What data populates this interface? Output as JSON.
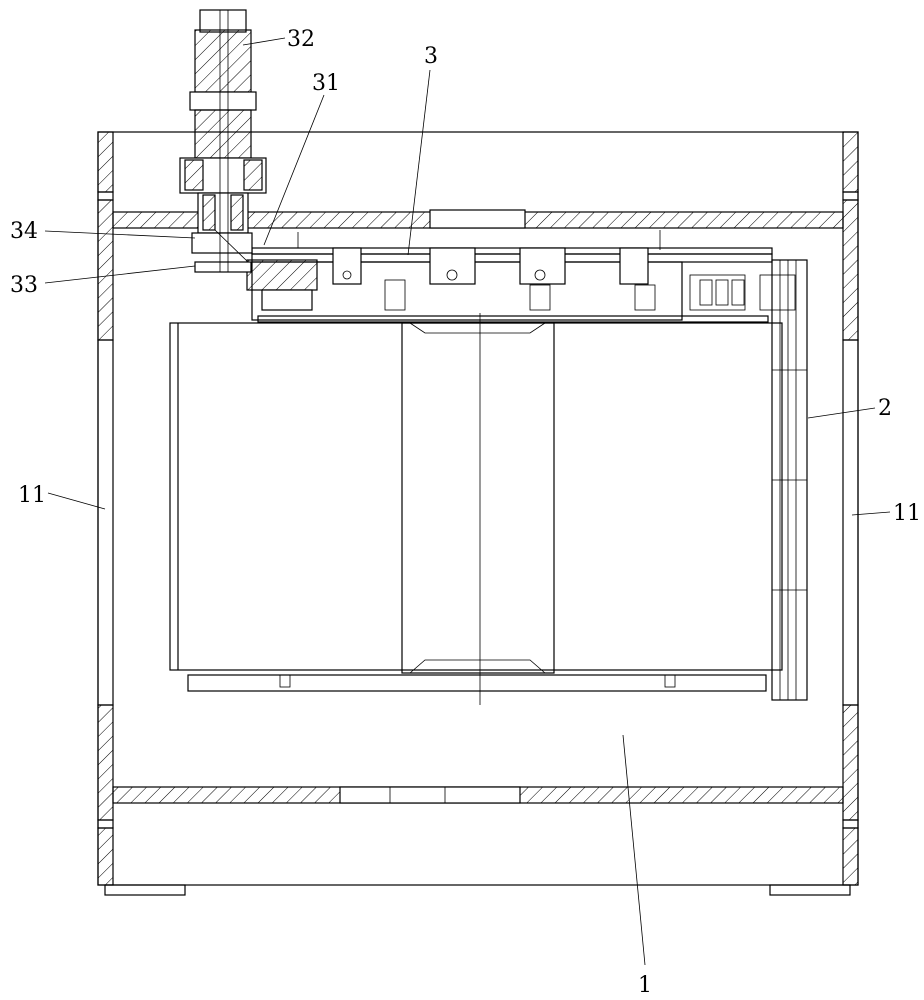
{
  "figure": {
    "labels": {
      "l32": "32",
      "l31": "31",
      "l3": "3",
      "l34": "34",
      "l33": "33",
      "l2": "2",
      "l11_left": "11",
      "l11_right": "11",
      "l1": "1"
    }
  }
}
